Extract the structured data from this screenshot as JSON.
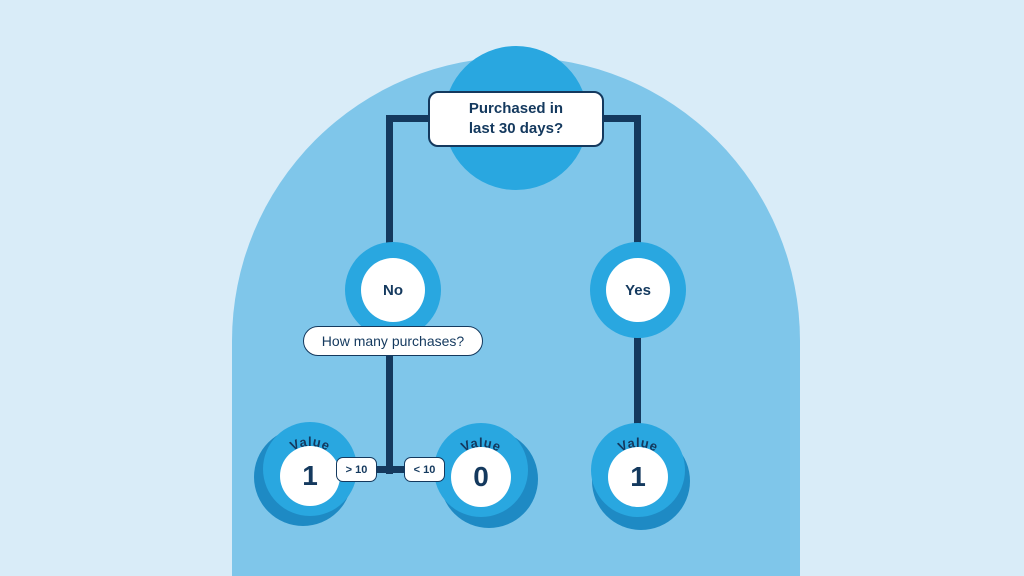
{
  "colors": {
    "background": "#d9ecf8",
    "arch": "#7fc6ea",
    "node": "#29a7e0",
    "node-shadow": "#1e8ac4",
    "navy": "#14395e",
    "white": "#ffffff"
  },
  "diagram": {
    "root_question": "Purchased in\nlast 30 days?",
    "no_branch": {
      "label": "No",
      "sub_question": "How many purchases?",
      "condition_left": "> 10",
      "condition_right": "< 10",
      "outcome_left": {
        "caption": "Value",
        "value": "1"
      },
      "outcome_right": {
        "caption": "Value",
        "value": "0"
      }
    },
    "yes_branch": {
      "label": "Yes",
      "outcome": {
        "caption": "Value",
        "value": "1"
      }
    }
  }
}
